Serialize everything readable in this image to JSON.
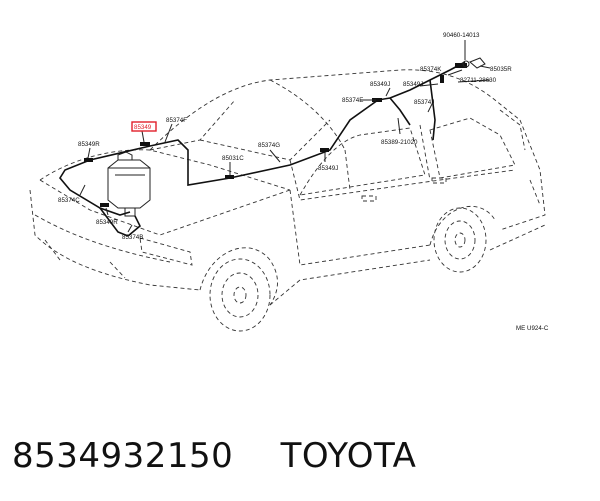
{
  "diagram": {
    "labels": {
      "p90460": "90460-14013",
      "p85374K": "85374K",
      "p85035R": "85035R",
      "p85349J_top": "85349J",
      "p82711": "82711-28630",
      "p85349J_b": "85349J",
      "p85374J": "85374J",
      "p85374E": "85374E",
      "p85389": "85389-21020",
      "p85374F": "85374F",
      "p85349_hl": "85349",
      "p85349R_top": "85349R",
      "p85374G": "85374G",
      "p85031C": "85031C",
      "p85349J_mid": "85349J",
      "p85374C": "85374C",
      "p85349R_bot": "85349R",
      "p85374B": "85374B",
      "ref_code": "ME U924-C"
    }
  },
  "footer": {
    "part_number": "8534932150",
    "brand": "TOYOTA"
  },
  "colors": {
    "highlight": "#e0202a"
  }
}
